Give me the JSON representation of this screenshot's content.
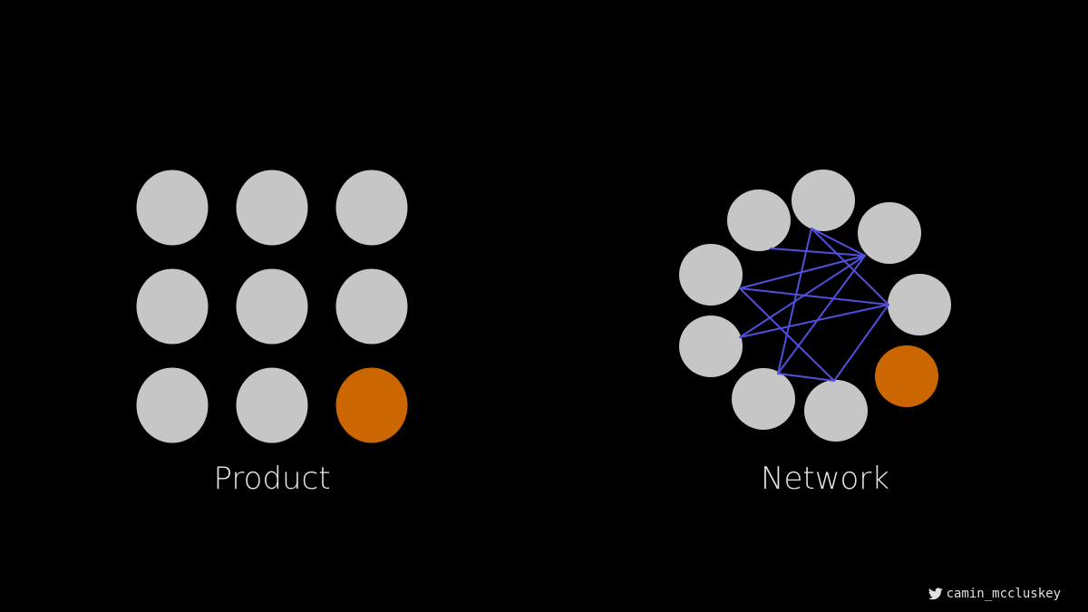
{
  "product": {
    "label": "Product",
    "grid_rows": 3,
    "grid_cols": 3,
    "highlighted_index": 8
  },
  "network": {
    "label": "Network",
    "node_count": 9,
    "highlighted_node": 8,
    "edges": [
      [
        0,
        2
      ],
      [
        1,
        2
      ],
      [
        1,
        4
      ],
      [
        1,
        6
      ],
      [
        2,
        3
      ],
      [
        2,
        5
      ],
      [
        2,
        6
      ],
      [
        3,
        4
      ],
      [
        3,
        7
      ],
      [
        4,
        7
      ],
      [
        4,
        5
      ],
      [
        6,
        7
      ]
    ]
  },
  "credit": {
    "icon": "twitter-bird-icon",
    "handle": "camin_mccluskey"
  },
  "colors": {
    "background": "#000000",
    "node": "#c6c6c6",
    "highlight": "#cc6600",
    "edge": "#5050dd",
    "text": "#e6e6e6"
  }
}
